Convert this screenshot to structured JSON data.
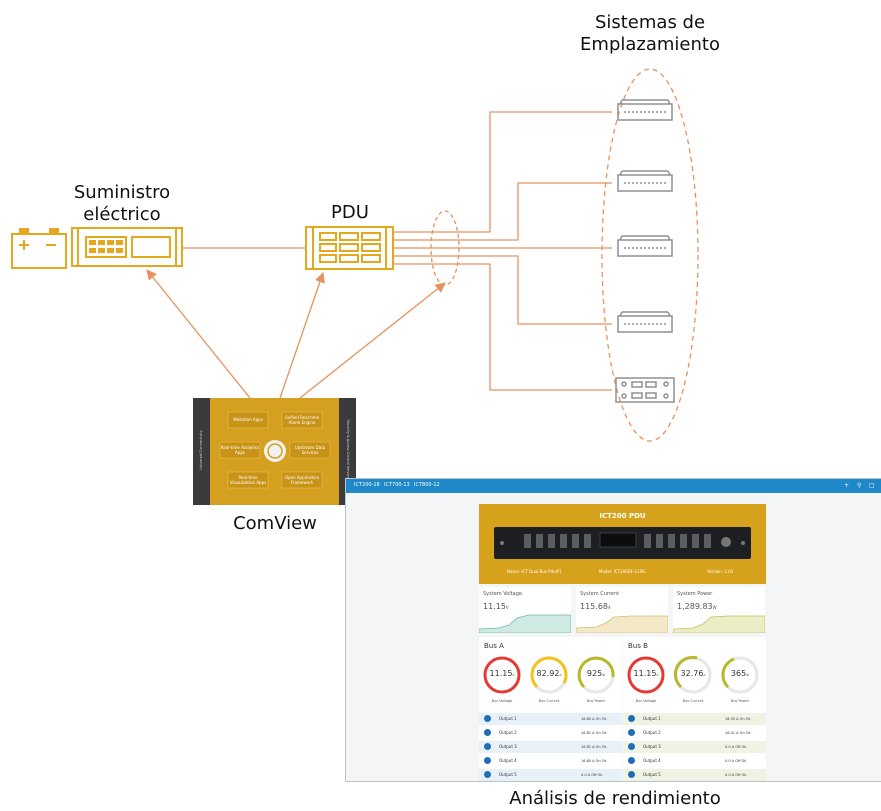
{
  "labels": {
    "power_supply": [
      "Suministro",
      "eléctrico"
    ],
    "pdu": "PDU",
    "site_systems": [
      "Sistemas de",
      "Emplazamiento"
    ],
    "comview": "ComView",
    "performance": "Análisis de rendimiento"
  },
  "comview_device": {
    "modules": [
      "Webstion Apps",
      "Unified Real-time Alarm Engine",
      "Real-time Analytics Apps",
      "Upstream Data Services",
      "Real-time Visualization Apps",
      "Open Application Framework"
    ],
    "side_left": "Universal Connectivity",
    "side_right": "Security & Access Control Services"
  },
  "screenshot": {
    "tabs": [
      "ICT200-18",
      "ICT700-13",
      "ICT800-12"
    ],
    "icons": [
      "plus-icon",
      "search-icon",
      "chat-icon"
    ],
    "pdu_title": "ICT200 PDU",
    "pdu_name": "Name: ICT Dual Bus Pdu#1",
    "pdu_model": "Model: ICT200DF-12IRC",
    "pdu_version": "Version: 2.03",
    "stats": [
      {
        "label": "System Voltage",
        "value": "11.15",
        "unit": "V"
      },
      {
        "label": "System Current",
        "value": "115.68",
        "unit": "A"
      },
      {
        "label": "System Power",
        "value": "1,289.83",
        "unit": "W"
      }
    ],
    "buses": [
      {
        "title": "Bus A",
        "gauges": [
          {
            "value": "11.15",
            "unit": "V",
            "label": "Bus Voltage",
            "color": "#e53935"
          },
          {
            "value": "82.92",
            "unit": "A",
            "label": "Bus Current",
            "color": "#f4c21b"
          },
          {
            "value": "925",
            "unit": "W",
            "label": "Bus Power",
            "color": "#b9b829"
          }
        ],
        "outputs": [
          {
            "name": "Output 1",
            "current": "16.80 A",
            "state": "On",
            "status": "Ok"
          },
          {
            "name": "Output 2",
            "current": "16.81 A",
            "state": "On",
            "status": "Ok"
          },
          {
            "name": "Output 3",
            "current": "16.81 A",
            "state": "On",
            "status": "Ok"
          },
          {
            "name": "Output 4",
            "current": "16.80 A",
            "state": "On",
            "status": "Ok"
          },
          {
            "name": "Output 5",
            "current": "0.0 A",
            "state": "Off",
            "status": "Ok"
          }
        ]
      },
      {
        "title": "Bus B",
        "gauges": [
          {
            "value": "11.15",
            "unit": "V",
            "label": "Bus Voltage",
            "color": "#e53935"
          },
          {
            "value": "32.76",
            "unit": "A",
            "label": "Bus Current",
            "color": "#b9b829"
          },
          {
            "value": "365",
            "unit": "W",
            "label": "Bus Power",
            "color": "#b9b829"
          }
        ],
        "outputs": [
          {
            "name": "Output 1",
            "current": "16.35 A",
            "state": "On",
            "status": "Ok"
          },
          {
            "name": "Output 2",
            "current": "16.41 A",
            "state": "On",
            "status": "Ok"
          },
          {
            "name": "Output 3",
            "current": "0.0 A",
            "state": "Off",
            "status": "Ok"
          },
          {
            "name": "Output 4",
            "current": "0.0 A",
            "state": "Off",
            "status": "Ok"
          },
          {
            "name": "Output 5",
            "current": "0.0 A",
            "state": "Off",
            "status": "Ok"
          }
        ]
      }
    ]
  },
  "colors": {
    "gold": "#e4a71e",
    "orange_line": "#e7925d",
    "dark": "#3b3b3b",
    "blue_bar": "#1e88c9"
  }
}
